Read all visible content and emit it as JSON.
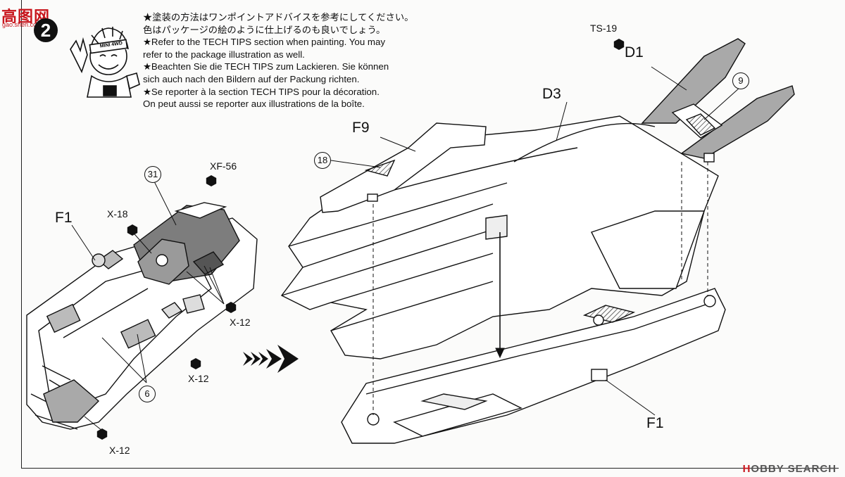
{
  "watermark_left": {
    "main": "高图网",
    "sub": "gao.shen.com"
  },
  "step_number": "2",
  "mascot_band": "MINI 4WD",
  "tips": [
    "★塗装の方法はワンポイントアドバイスを参考にしてください。",
    "色はパッケージの絵のように仕上げるのも良いでしょう。",
    "★Refer to the TECH TIPS section when painting. You may",
    "refer to the package illustration as well.",
    "★Beachten Sie die TECH TIPS zum Lackieren. Sie können",
    "sich auch nach den Bildern auf der Packung richten.",
    "★Se reporter à la section TECH TIPS pour la décoration.",
    "On peut aussi se reporter aux illustrations de la boîte."
  ],
  "paint_codes": {
    "ts19": "TS-19",
    "xf56": "XF-56",
    "x18": "X-18",
    "x12": "X-12"
  },
  "parts": {
    "d1": "D1",
    "d3": "D3",
    "f9": "F9",
    "f1": "F1"
  },
  "part_numbers": {
    "n9": "9",
    "n18": "18",
    "n31": "31",
    "n6": "6"
  },
  "colors": {
    "ink": "#111111",
    "paper": "#fbfbfa",
    "gray_fill": "#a9a9a9",
    "dark_fill": "#7d7d7d",
    "watermark_red": "#c8161d"
  },
  "watermark_right": {
    "brand_mark": "H",
    "brand_rest": "OBBY SEARCH"
  }
}
